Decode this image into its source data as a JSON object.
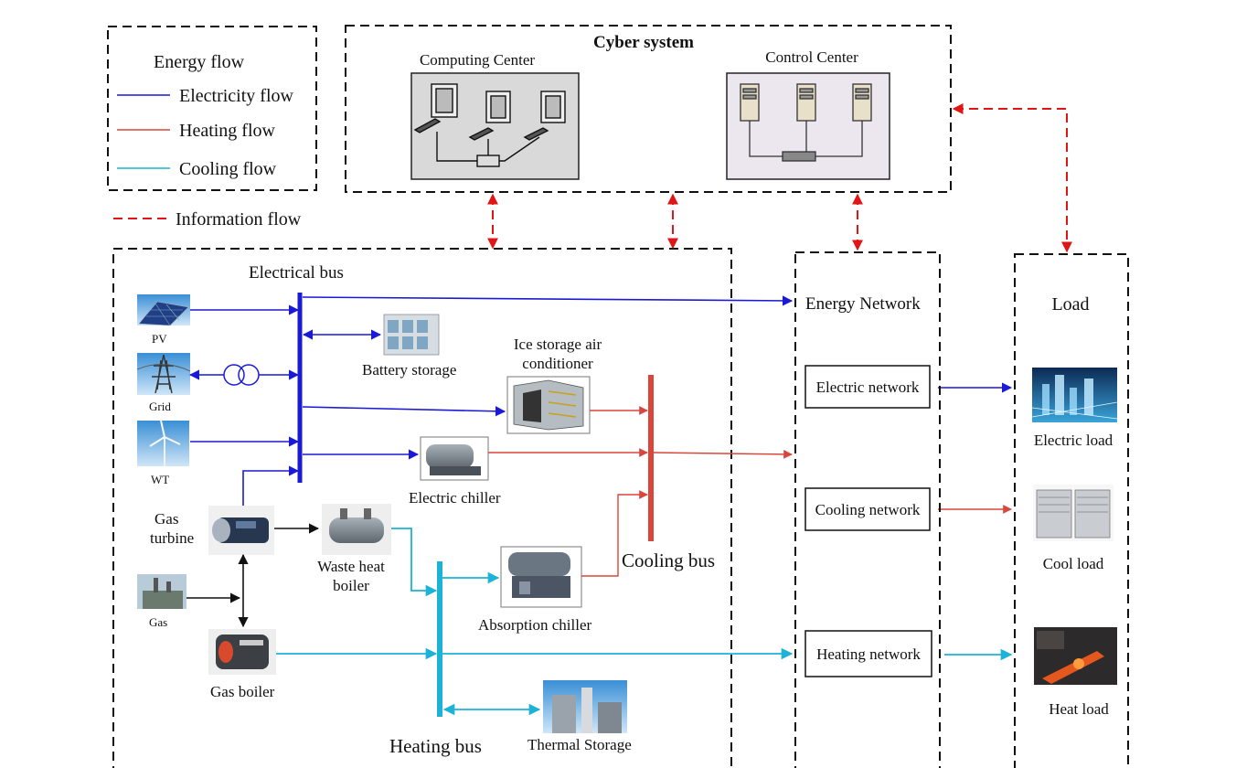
{
  "legend": {
    "title": "Energy flow",
    "electricity": "Electricity flow",
    "heating": "Heating flow",
    "cooling": "Cooling flow",
    "information": "Information flow"
  },
  "cyber": {
    "title": "Cyber system",
    "computing": "Computing Center",
    "control": "Control Center"
  },
  "physical": {
    "electrical_bus": "Electrical bus",
    "cooling_bus": "Cooling bus",
    "heating_bus": "Heating bus",
    "pv": "PV",
    "grid": "Grid",
    "wt": "WT",
    "gas_turbine_1": "Gas",
    "gas_turbine_2": "turbine",
    "gas": "Gas",
    "gas_boiler": "Gas boiler",
    "battery": "Battery storage",
    "ice_1": "Ice storage air",
    "ice_2": "conditioner",
    "electric_chiller": "Electric chiller",
    "waste_1": "Waste heat",
    "waste_2": "boiler",
    "absorption": "Absorption chiller",
    "thermal": "Thermal Storage"
  },
  "network": {
    "title": "Energy Network",
    "electric": "Electric network",
    "cooling": "Cooling network",
    "heating": "Heating network"
  },
  "load": {
    "title": "Load",
    "electric": "Electric load",
    "cool": "Cool load",
    "heat": "Heat load"
  },
  "colors": {
    "electricity": "#1a1ad6",
    "heating": "#d9473c",
    "cooling": "#1cb3d6",
    "information": "#e01515"
  }
}
